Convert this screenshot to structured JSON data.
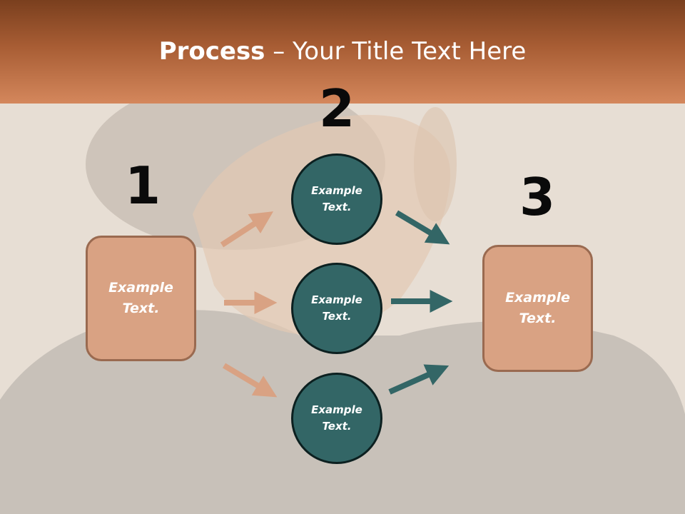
{
  "header": {
    "title_bold": "Process",
    "title_rest": " – Your Title Text Here"
  },
  "steps": {
    "one": "1",
    "two": "2",
    "three": "3"
  },
  "left_box": {
    "text": "Example\nText."
  },
  "right_box": {
    "text": "Example\nText."
  },
  "circles": [
    {
      "text": "Example\nText."
    },
    {
      "text": "Example\nText."
    },
    {
      "text": "Example\nText."
    }
  ],
  "colors": {
    "header": "#a85d34",
    "box_fill": "#d9a283",
    "circle_fill": "#336666",
    "left_arrow": "#d9a283",
    "right_arrow": "#336666"
  }
}
